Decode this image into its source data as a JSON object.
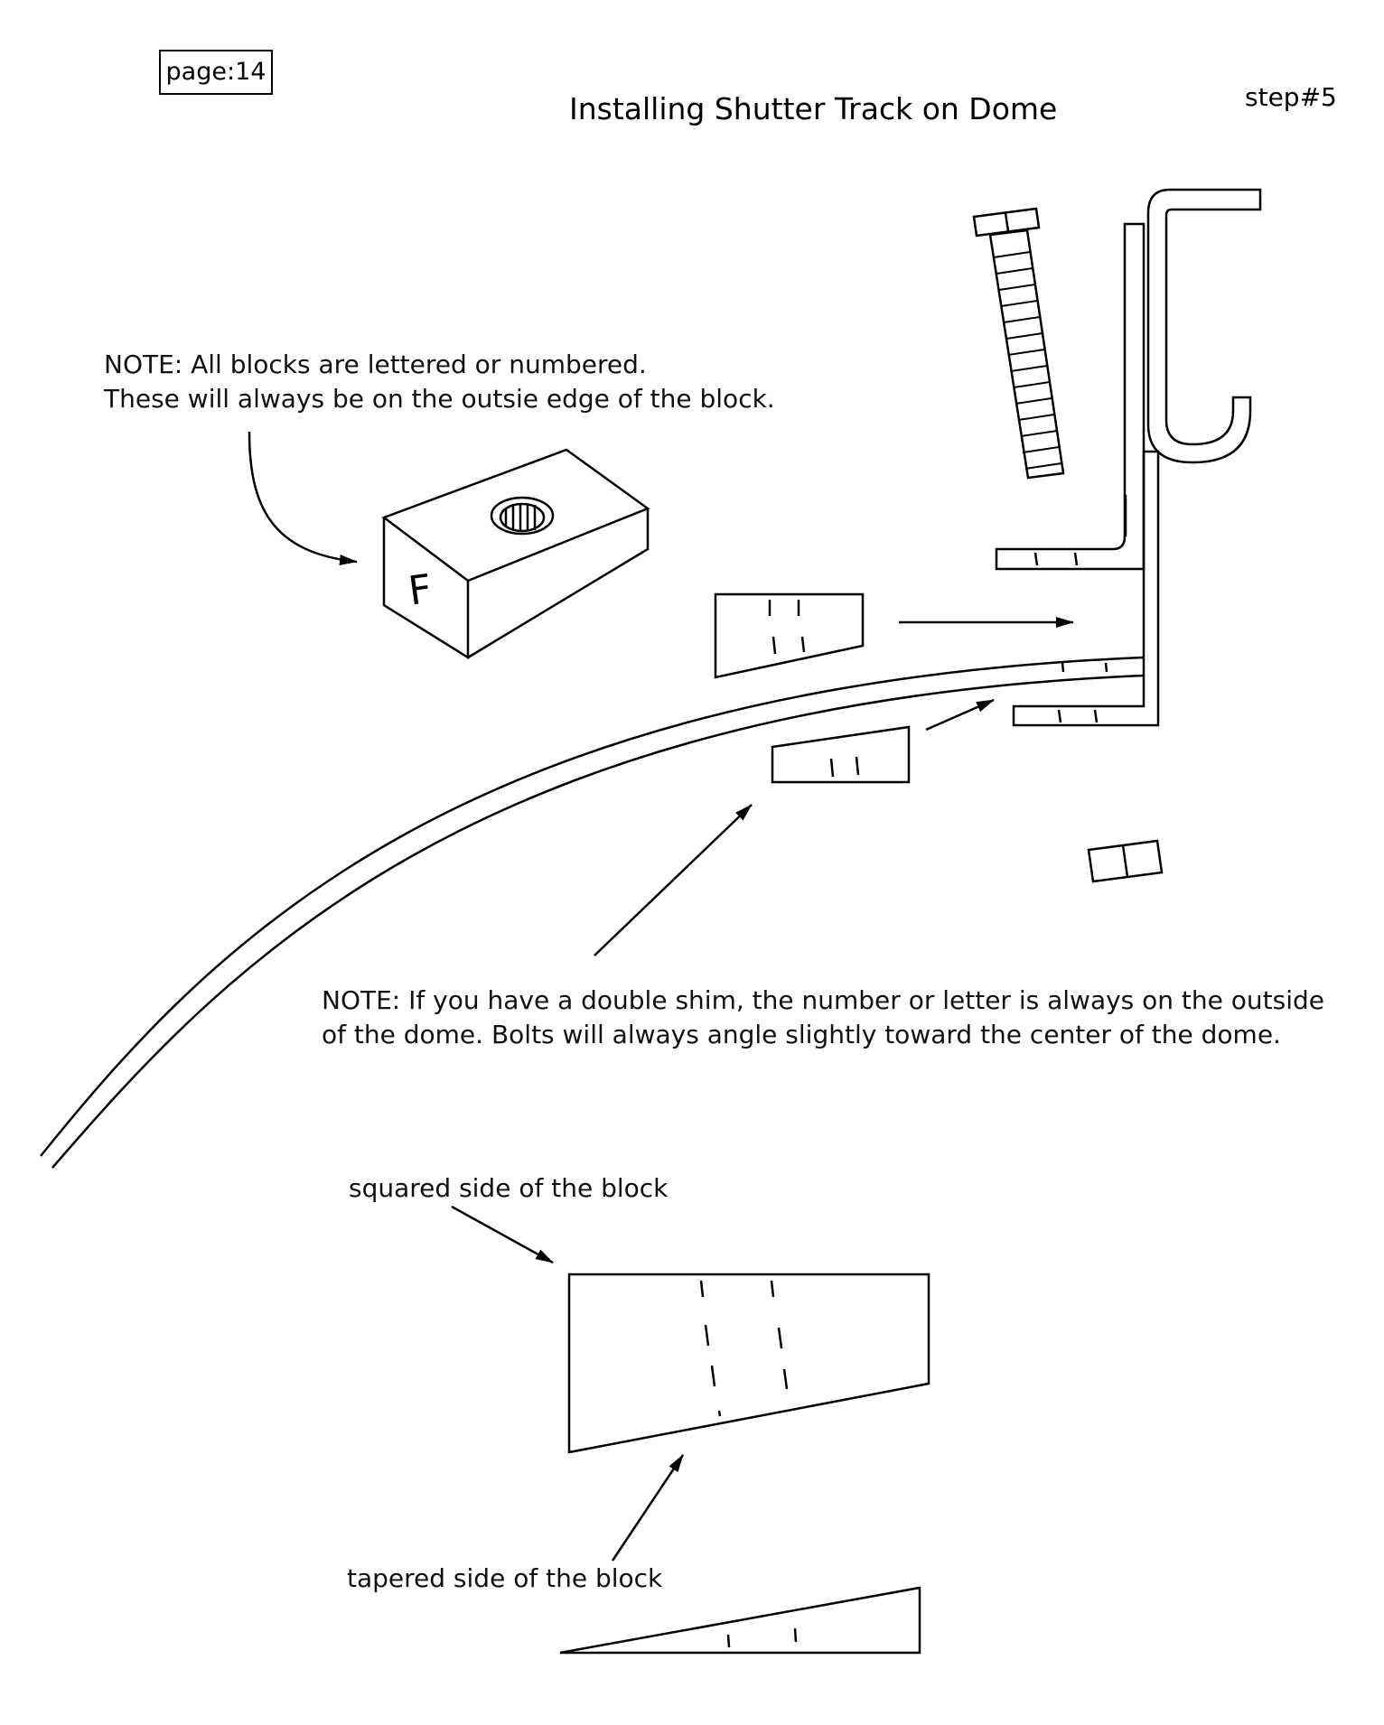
{
  "header": {
    "page_label": "page:14",
    "title": "Installing Shutter Track on Dome",
    "step": "step#5"
  },
  "notes": {
    "block_line1": "NOTE: All blocks are lettered or numbered.",
    "block_line2": "These will always be on the outsie edge of the block.",
    "shim_line1": "NOTE: If you have a double shim, the number or letter is always on the outside",
    "shim_line2": "of the dome.  Bolts will always angle slightly toward the center of the dome."
  },
  "block": {
    "letter": "F"
  },
  "labels": {
    "squared_side": "squared side of the block",
    "tapered_side": "tapered side of the block"
  }
}
